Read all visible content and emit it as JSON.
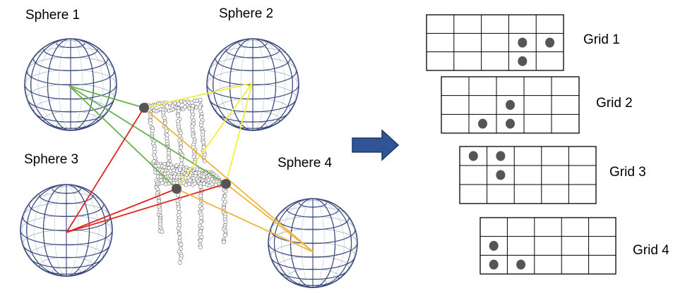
{
  "spheres": [
    {
      "label": "Sphere 1"
    },
    {
      "label": "Sphere 2"
    },
    {
      "label": "Sphere 3"
    },
    {
      "label": "Sphere 4"
    }
  ],
  "grids": [
    {
      "label": "Grid 1",
      "rows": 3,
      "cols": 5,
      "dots": [
        [
          1,
          3
        ],
        [
          1,
          4
        ],
        [
          2,
          3
        ]
      ]
    },
    {
      "label": "Grid 2",
      "rows": 3,
      "cols": 5,
      "dots": [
        [
          1,
          2
        ],
        [
          2,
          1
        ],
        [
          2,
          2
        ]
      ]
    },
    {
      "label": "Grid 3",
      "rows": 3,
      "cols": 5,
      "dots": [
        [
          0,
          0
        ],
        [
          0,
          1
        ],
        [
          1,
          1
        ]
      ]
    },
    {
      "label": "Grid 4",
      "rows": 3,
      "cols": 5,
      "dots": [
        [
          1,
          0
        ],
        [
          2,
          0
        ],
        [
          2,
          1
        ]
      ]
    }
  ],
  "colors": {
    "sphere_line": "#3a4a7a",
    "sphere_line_light": "#9aa6c8",
    "green": "#6ab04c",
    "yellow": "#f2ef3a",
    "red": "#e0261f",
    "orange": "#f0b43c",
    "dot": "#555555",
    "arrow_fill": "#2f5597",
    "arrow_stroke": "#1f3864",
    "chair": "#9a9a9a",
    "grid_line": "#000000"
  }
}
